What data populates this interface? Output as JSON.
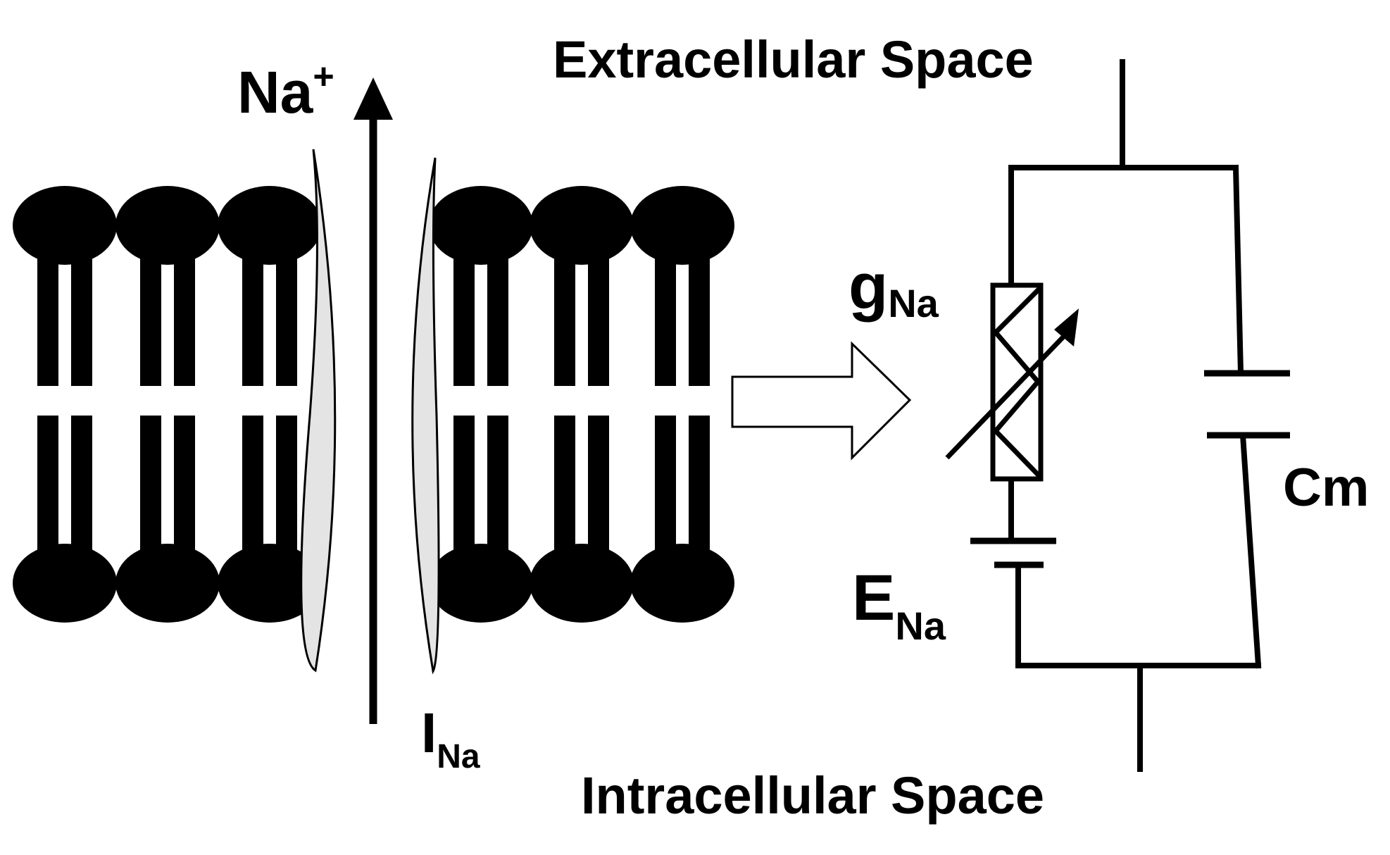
{
  "labels": {
    "extracellular": "Extracellular Space",
    "intracellular": "Intracellular Space",
    "ion": "Na",
    "ion_charge": "+",
    "current_main": "I",
    "current_sub": "Na",
    "conductance_main": "g",
    "conductance_sub": "Na",
    "reversal_main": "E",
    "reversal_sub": "Na",
    "capacitance": "Cm"
  },
  "colors": {
    "ink": "#000000",
    "channel_fill": "#e4e4e4",
    "background": "#ffffff"
  }
}
